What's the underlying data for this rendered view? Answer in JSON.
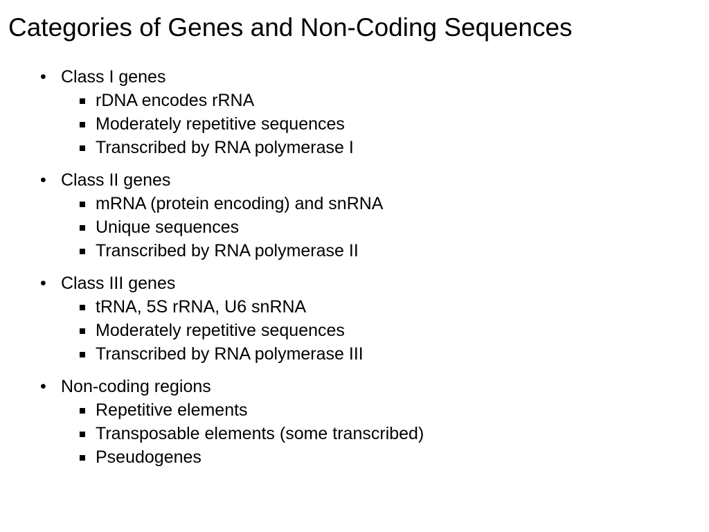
{
  "slide": {
    "title": "Categories of Genes and Non-Coding Sequences",
    "bullet_glyph": "•",
    "sections": [
      {
        "heading": "Class I genes",
        "items": [
          "rDNA encodes rRNA",
          "Moderately repetitive sequences",
          "Transcribed by RNA polymerase I"
        ]
      },
      {
        "heading": "Class II genes",
        "items": [
          "mRNA (protein encoding) and snRNA",
          "Unique sequences",
          "Transcribed by RNA polymerase II"
        ]
      },
      {
        "heading": "Class III genes",
        "items": [
          "tRNA, 5S rRNA, U6 snRNA",
          "Moderately repetitive sequences",
          "Transcribed by RNA polymerase III"
        ]
      },
      {
        "heading": "Non-coding regions",
        "items": [
          "Repetitive elements",
          "Transposable elements (some transcribed)",
          "Pseudogenes"
        ]
      }
    ]
  }
}
